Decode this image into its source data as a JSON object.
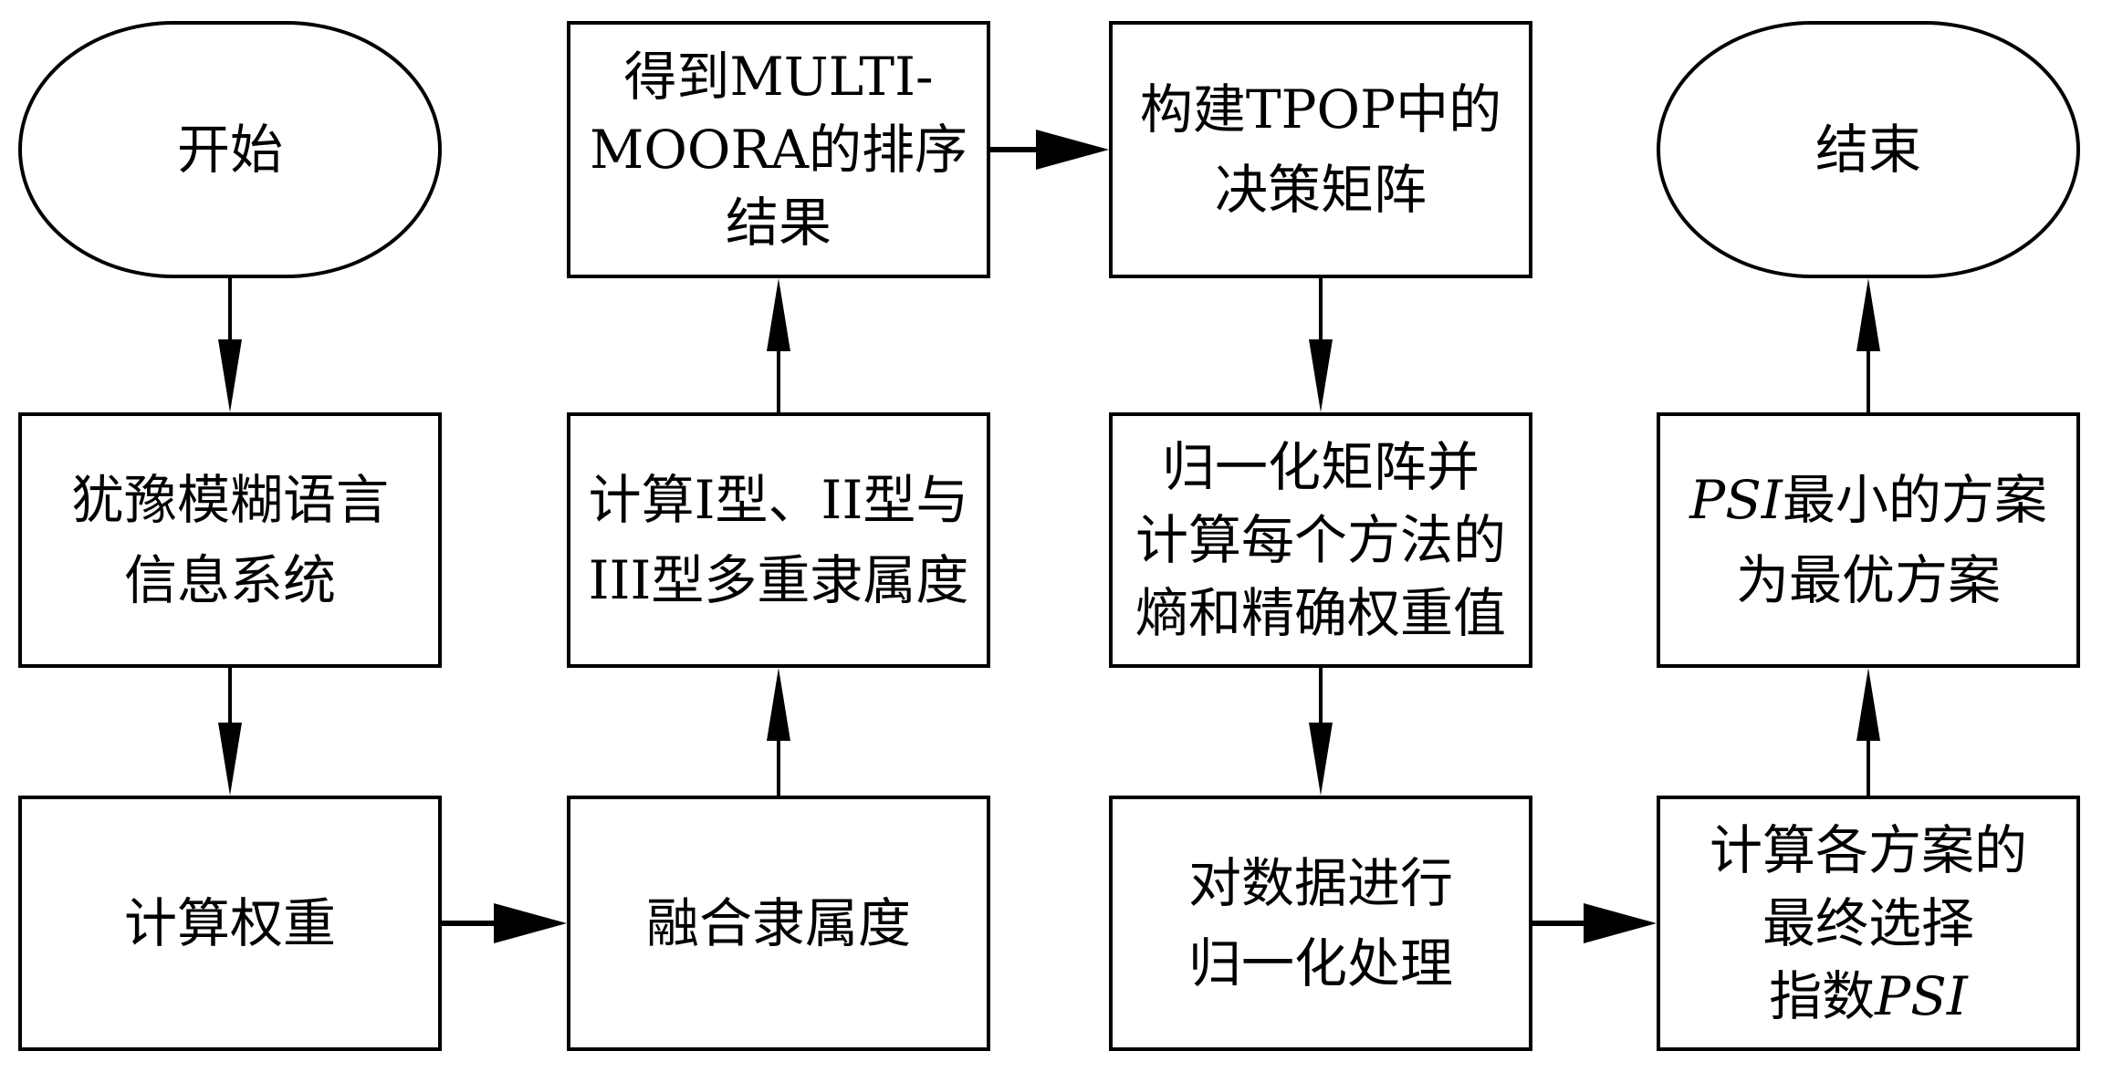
{
  "diagram": {
    "type": "flowchart",
    "nodes": [
      {
        "id": "start",
        "shape": "terminal",
        "lines": [
          "开始"
        ]
      },
      {
        "id": "hesitant-info-system",
        "shape": "process",
        "lines": [
          "犹豫模糊语言",
          "信息系统"
        ]
      },
      {
        "id": "compute-weights",
        "shape": "process",
        "lines": [
          "计算权重"
        ]
      },
      {
        "id": "fuse-membership",
        "shape": "process",
        "lines": [
          "融合隶属度"
        ]
      },
      {
        "id": "compute-multi-membership",
        "shape": "process",
        "lines": [
          "计算I型、II型与",
          "III型多重隶属度"
        ]
      },
      {
        "id": "multimoora-ranking",
        "shape": "process",
        "lines": [
          "得到MULTI-",
          "MOORA的排序",
          "结果"
        ]
      },
      {
        "id": "tpop-decision-matrix",
        "shape": "process",
        "lines": [
          "构建TPOP中的",
          "决策矩阵"
        ]
      },
      {
        "id": "normalize-entropy-weights",
        "shape": "process",
        "lines": [
          "归一化矩阵并",
          "计算每个方法的",
          "熵和精确权重值"
        ]
      },
      {
        "id": "normalize-data",
        "shape": "process",
        "lines": [
          "对数据进行",
          "归一化处理"
        ]
      },
      {
        "id": "compute-psi",
        "shape": "process",
        "lines": [
          "计算各方案的",
          "最终选择",
          "指数PSI"
        ]
      },
      {
        "id": "min-psi-optimal",
        "shape": "process",
        "lines": [
          "PSI最小的方案",
          "为最优方案"
        ]
      },
      {
        "id": "end",
        "shape": "terminal",
        "lines": [
          "结束"
        ]
      }
    ],
    "edges": [
      {
        "from": "start",
        "to": "hesitant-info-system"
      },
      {
        "from": "hesitant-info-system",
        "to": "compute-weights"
      },
      {
        "from": "compute-weights",
        "to": "fuse-membership"
      },
      {
        "from": "fuse-membership",
        "to": "compute-multi-membership"
      },
      {
        "from": "compute-multi-membership",
        "to": "multimoora-ranking"
      },
      {
        "from": "multimoora-ranking",
        "to": "tpop-decision-matrix"
      },
      {
        "from": "tpop-decision-matrix",
        "to": "normalize-entropy-weights"
      },
      {
        "from": "normalize-entropy-weights",
        "to": "normalize-data"
      },
      {
        "from": "normalize-data",
        "to": "compute-psi"
      },
      {
        "from": "compute-psi",
        "to": "min-psi-optimal"
      },
      {
        "from": "min-psi-optimal",
        "to": "end"
      }
    ],
    "italic_terms": [
      "PSI"
    ],
    "colors": {
      "stroke": "#000000",
      "fill": "#ffffff",
      "text": "#000000"
    }
  }
}
